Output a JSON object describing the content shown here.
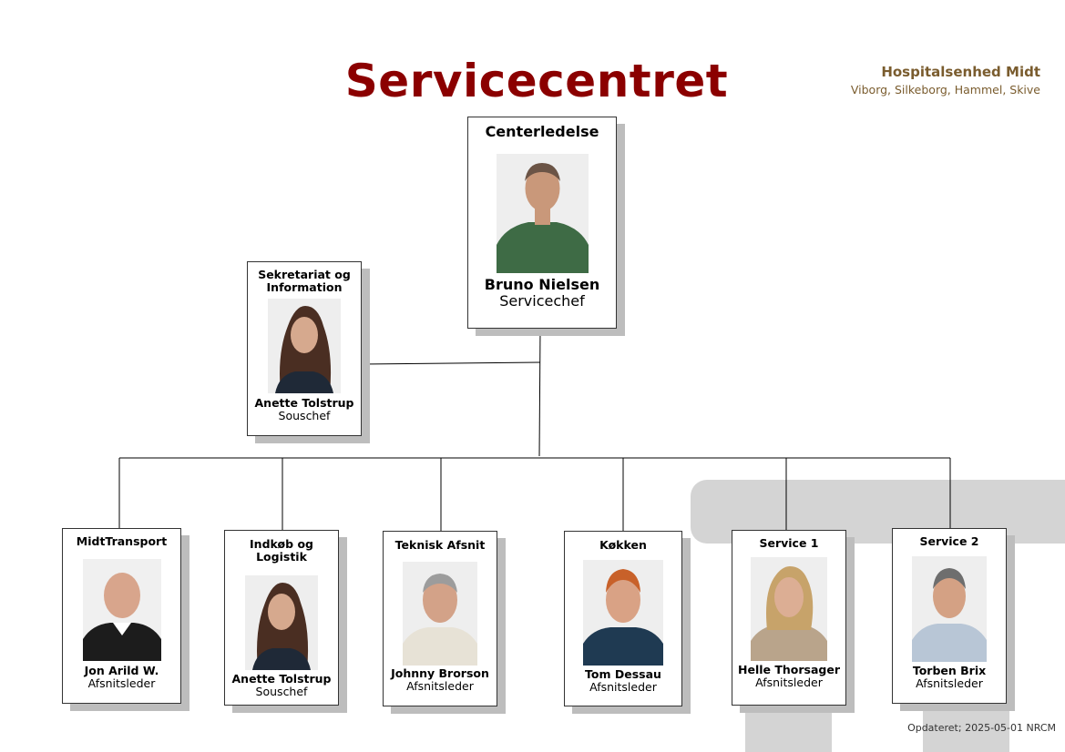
{
  "title": "Servicecentret",
  "organization": {
    "name": "Hospitalsenhed Midt",
    "locations": "Viborg, Silkeborg, Hammel, Skive"
  },
  "colors": {
    "title": "#8b0000",
    "organization": "#7a5c2e",
    "shadow": "#bdbdbd",
    "decoration": "#d4d4d4"
  },
  "boxes": {
    "centerledelse": {
      "heading": "Centerledelse",
      "person": "Bruno Nielsen",
      "role": "Servicechef",
      "photo_icon": "man-green-shirt-photo"
    },
    "sekretariat": {
      "heading": "Sekretariat og Information",
      "person": "Anette Tolstrup",
      "role": "Souschef",
      "photo_icon": "woman-long-hair-photo"
    },
    "midttransport": {
      "heading": "MidtTransport",
      "person": "Jon Arild W.",
      "role": "Afsnitsleder",
      "photo_icon": "man-bald-smiling-photo"
    },
    "indkob": {
      "heading": "Indkøb og Logistik",
      "person": "Anette Tolstrup",
      "role": "Souschef",
      "photo_icon": "woman-long-hair-photo"
    },
    "teknisk": {
      "heading": "Teknisk Afsnit",
      "person": "Johnny Brorson",
      "role": "Afsnitsleder",
      "photo_icon": "man-grey-hair-photo"
    },
    "kokken": {
      "heading": "Køkken",
      "person": "Tom Dessau",
      "role": "Afsnitsleder",
      "photo_icon": "man-red-hair-photo"
    },
    "service1": {
      "heading": "Service 1",
      "person": "Helle Thorsager",
      "role": "Afsnitsleder",
      "photo_icon": "woman-blonde-photo"
    },
    "service2": {
      "heading": "Service 2",
      "person": "Torben Brix",
      "role": "Afsnitsleder",
      "photo_icon": "man-light-shirt-photo"
    }
  },
  "footer": "Opdateret; 2025-05-01 NRCM"
}
